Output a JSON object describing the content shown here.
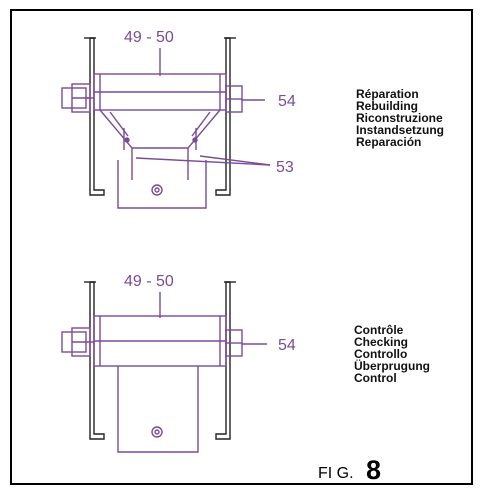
{
  "colors": {
    "part_line": "#7a4b96",
    "frame_line": "#000000",
    "text": "#111111"
  },
  "top_view": {
    "callout_width": "49 - 50",
    "callout_bolt": "54",
    "callout_bracket": "53",
    "languages": [
      "Réparation",
      "Rebuilding",
      "Riconstruzione",
      "Instandsetzung",
      "Reparación"
    ]
  },
  "bottom_view": {
    "callout_width": "49 - 50",
    "callout_bolt": "54",
    "languages": [
      "Contrôle",
      "Checking",
      "Controllo",
      "Überprugung",
      "Control"
    ]
  },
  "figure": {
    "prefix": "FI G.",
    "number": "8"
  }
}
